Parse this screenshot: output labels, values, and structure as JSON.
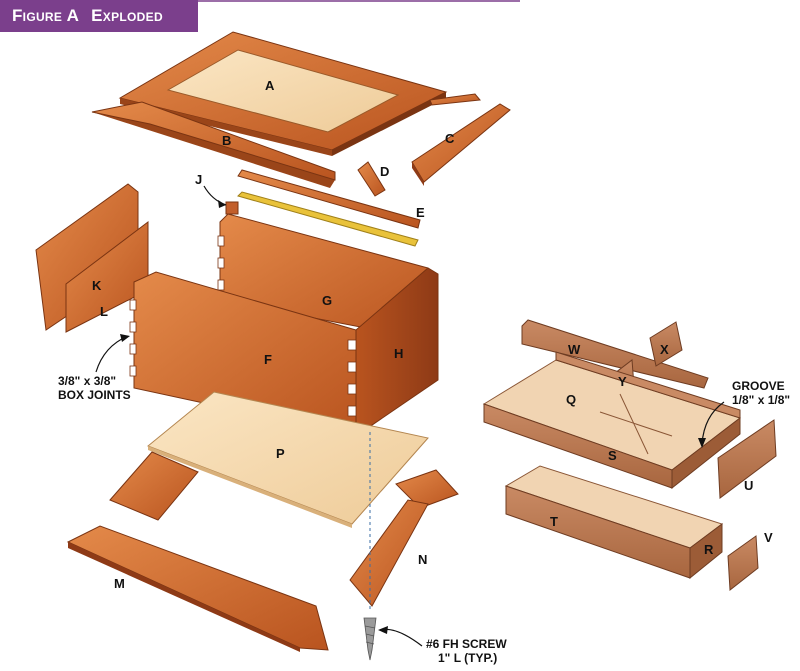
{
  "figure": {
    "tag": "Figure A",
    "title": "Exploded View"
  },
  "parts": {
    "a": "A",
    "b": "B",
    "c": "C",
    "d": "D",
    "e": "E",
    "f": "F",
    "g": "G",
    "h": "H",
    "j": "J",
    "k": "K",
    "l": "L",
    "m": "M",
    "n": "N",
    "p": "P",
    "q": "Q",
    "r": "R",
    "s": "S",
    "t": "T",
    "u": "U",
    "v": "V",
    "w": "W",
    "x": "X",
    "y": "Y"
  },
  "notes": {
    "box_joints_line1": "3/8\" x 3/8\"",
    "box_joints_line2": "BOX JOINTS",
    "groove_line1": "GROOVE",
    "groove_line2": "1/8\" x 1/8\"",
    "screw_line1": "#6 FH SCREW",
    "screw_line2": "1\" L (TYP.)"
  },
  "colors": {
    "title_bg": "#7b3f8c",
    "cherry_light": "#d9773a",
    "cherry_mid": "#c25e2a",
    "cherry_dark": "#8e3a16",
    "maple": "#f4d7ad",
    "brass": "#e9c23a"
  }
}
